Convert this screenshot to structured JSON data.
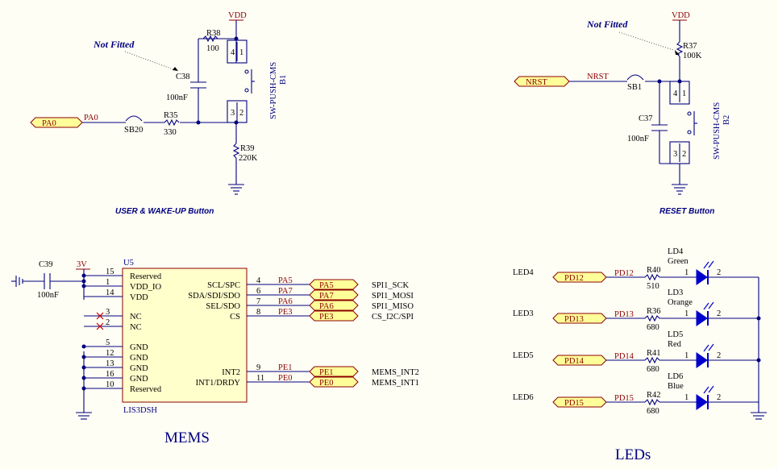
{
  "user_button": {
    "vdd": "VDD",
    "not_fitted": "Not Fitted",
    "r38": "R38",
    "r38_val": "100",
    "c38": "C38",
    "c38_val": "100nF",
    "r35": "R35",
    "r35_val": "330",
    "r39": "R39",
    "r39_val": "220K",
    "sb": "SB20",
    "port": "PA0",
    "net": "PA0",
    "switch": "SW-PUSH-CMS",
    "switch_ref": "B1",
    "pins": [
      "4",
      "1",
      "3",
      "2"
    ],
    "caption": "USER & WAKE-UP Button"
  },
  "reset_button": {
    "vdd": "VDD",
    "not_fitted": "Not Fitted",
    "r37": "R37",
    "r37_val": "100K",
    "c37": "C37",
    "c37_val": "100nF",
    "sb": "SB1",
    "port": "NRST",
    "net": "NRST",
    "switch": "SW-PUSH-CMS",
    "switch_ref": "B2",
    "pins": [
      "4",
      "1",
      "3",
      "2"
    ],
    "caption": "RESET Button"
  },
  "mems": {
    "c39": "C39",
    "c39_val": "100nF",
    "supply": "3V",
    "ref": "U5",
    "part": "LIS3DSH",
    "title": "MEMS",
    "left_pins": [
      {
        "num": "15",
        "name": "Reserved"
      },
      {
        "num": "1",
        "name": "VDD_IO"
      },
      {
        "num": "14",
        "name": "VDD"
      },
      {
        "num": "3",
        "name": "NC"
      },
      {
        "num": "2",
        "name": "NC"
      },
      {
        "num": "5",
        "name": "GND"
      },
      {
        "num": "12",
        "name": "GND"
      },
      {
        "num": "13",
        "name": "GND"
      },
      {
        "num": "16",
        "name": "GND"
      },
      {
        "num": "10",
        "name": "Reserved"
      }
    ],
    "right_pins": [
      {
        "num": "4",
        "name": "SCL/SPC",
        "net": "PA5",
        "port": "PA5",
        "signal": "SPI1_SCK"
      },
      {
        "num": "6",
        "name": "SDA/SDI/SDO",
        "net": "PA7",
        "port": "PA7",
        "signal": "SPI1_MOSI"
      },
      {
        "num": "7",
        "name": "SEL/SDO",
        "net": "PA6",
        "port": "PA6",
        "signal": "SPI1_MISO"
      },
      {
        "num": "8",
        "name": "CS",
        "net": "PE3",
        "port": "PE3",
        "signal": "CS_I2C/SPI"
      },
      {
        "num": "9",
        "name": "INT2",
        "net": "PE1",
        "port": "PE1",
        "signal": "MEMS_INT2"
      },
      {
        "num": "11",
        "name": "INT1/DRDY",
        "net": "PE0",
        "port": "PE0",
        "signal": "MEMS_INT1"
      }
    ]
  },
  "leds": {
    "title": "LEDs",
    "rows": [
      {
        "label": "LED4",
        "port": "PD12",
        "net": "PD12",
        "res": "R40",
        "res_val": "510",
        "ref": "LD4",
        "color": "Green",
        "pin1": "1",
        "pin2": "2"
      },
      {
        "label": "LED3",
        "port": "PD13",
        "net": "PD13",
        "res": "R36",
        "res_val": "680",
        "ref": "LD3",
        "color": "Orange",
        "pin1": "1",
        "pin2": "2"
      },
      {
        "label": "LED5",
        "port": "PD14",
        "net": "PD14",
        "res": "R41",
        "res_val": "680",
        "ref": "LD5",
        "color": "Red",
        "pin1": "1",
        "pin2": "2"
      },
      {
        "label": "LED6",
        "port": "PD15",
        "net": "PD15",
        "res": "R42",
        "res_val": "680",
        "ref": "LD6",
        "color": "Blue",
        "pin1": "1",
        "pin2": "2"
      }
    ]
  }
}
